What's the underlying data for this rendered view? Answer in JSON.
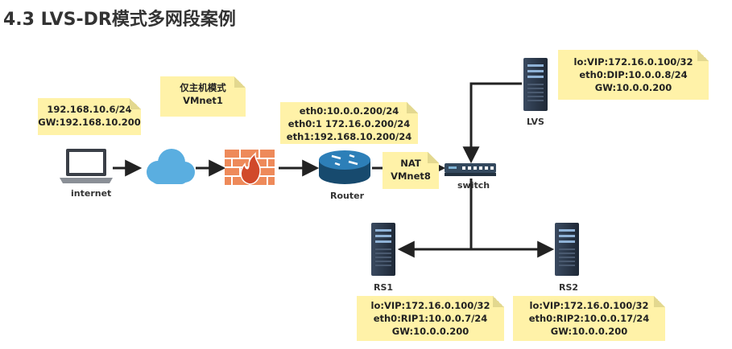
{
  "title": "4.3 LVS-DR模式多网段案例",
  "nodes": {
    "internet": "internet",
    "router": "Router",
    "switch": "switch",
    "lvs": "LVS",
    "rs1": "RS1",
    "rs2": "RS2"
  },
  "notes": {
    "client": [
      "192.168.10.6/24",
      "GW:192.168.10.200"
    ],
    "hostonly": [
      "仅主机模式",
      "VMnet1"
    ],
    "router": [
      "eth0:10.0.0.200/24",
      "eth0:1 172.16.0.200/24",
      "eth1:192.168.10.200/24"
    ],
    "nat": [
      "NAT",
      "VMnet8"
    ],
    "lvs": [
      "lo:VIP:172.16.0.100/32",
      "eth0:DIP:10.0.0.8/24",
      "GW:10.0.0.200"
    ],
    "rs1": [
      "lo:VIP:172.16.0.100/32",
      "eth0:RIP1:10.0.0.7/24",
      "GW:10.0.0.200"
    ],
    "rs2": [
      "lo:VIP:172.16.0.100/32",
      "eth0:RIP2:10.0.0.17/24",
      "GW:10.0.0.200"
    ]
  },
  "colors": {
    "note_bg": "#fff2a8",
    "server": "#2e3b4e",
    "router": "#1f5f8b",
    "firewall": "#e8794a",
    "cloud": "#5aaee0"
  }
}
